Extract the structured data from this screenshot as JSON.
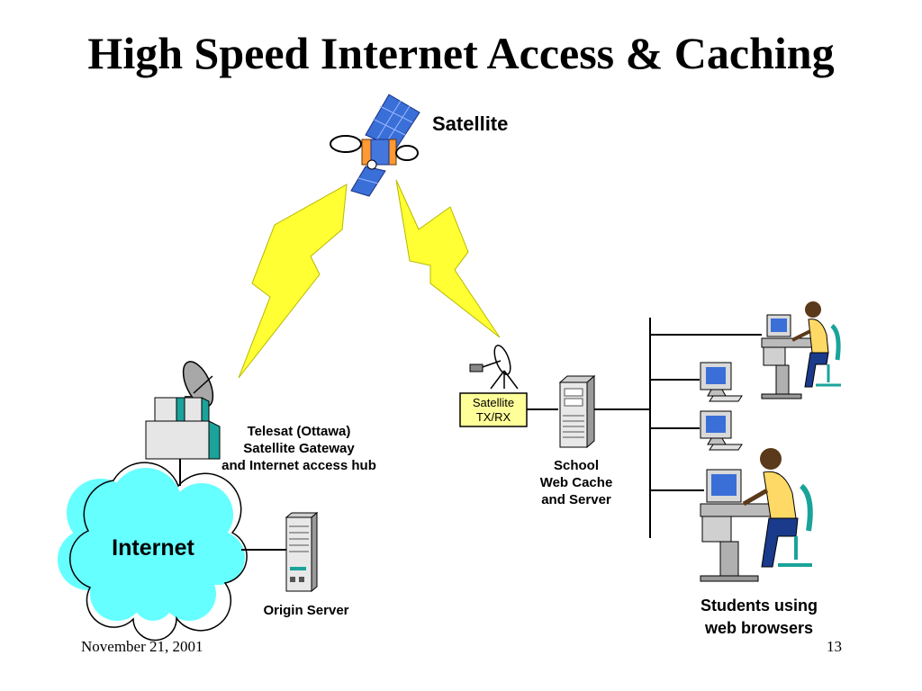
{
  "slide": {
    "title": "High Speed Internet Access & Caching"
  },
  "labels": {
    "satellite": "Satellite",
    "gateway_line1": "Telesat (Ottawa)",
    "gateway_line2": "Satellite Gateway",
    "gateway_line3": "and Internet access hub",
    "internet": "Internet",
    "origin_server": "Origin Server",
    "satellite_txrx_line1": "Satellite",
    "satellite_txrx_line2": "TX/RX",
    "school_line1": "School",
    "school_line2": "Web Cache",
    "school_line3": "and Server",
    "students_line1": "Students using",
    "students_line2": "web browsers"
  },
  "footer": {
    "date": "November 21, 2001",
    "page_number": "13"
  },
  "colors": {
    "cloud_fill": "#66ffff",
    "lightning": "#ffff33",
    "panel_blue": "#3a6fd8",
    "box_yellow": "#ffff99",
    "teal": "#1aa39a",
    "shirt": "#ffd966",
    "pants": "#1a3a8c"
  },
  "icons": [
    "satellite-icon",
    "lightning-icon",
    "dish-icon",
    "gateway-building-icon",
    "cloud-icon",
    "server-tower-icon",
    "computer-icon",
    "student-icon"
  ]
}
